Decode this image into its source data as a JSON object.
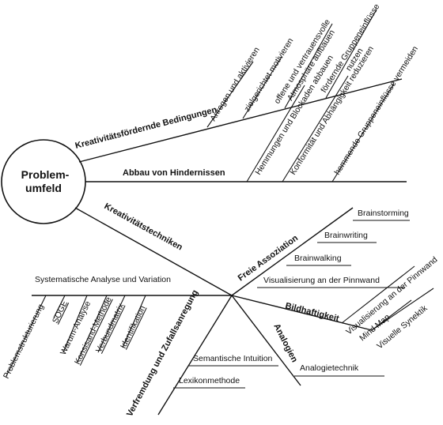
{
  "center": {
    "line1": "Problem-",
    "line2": "umfeld"
  },
  "branches": {
    "kreativ_bedingungen": {
      "label": "Kreativitätsfördernde Bedingungen",
      "items": [
        "Anregen und aktivieren",
        "zielgerichtet motivieren",
        "offene und vertrauensvolle Atmosphäre aufbauen",
        "fördernde Gruppeneinflüsse nutzen"
      ]
    },
    "hindernisse": {
      "label": "Abbau von Hindernissen",
      "items": [
        "Hemmungen und Blockaden abbauen",
        "Konformität und Abhängigkeit reduzieren",
        "hemmende Gruppeneinflüsse vermeiden"
      ]
    },
    "techniken": {
      "label": "Kreativitätstechniken"
    },
    "freie_assoziation": {
      "label": "Freie Assoziation",
      "items": [
        "Brainstorming",
        "Brainwriting",
        "Brainwalking",
        "Visualisierung an der Pinnwand"
      ]
    },
    "bildhaftigkeit": {
      "label": "Bildhaftigkeit",
      "items": [
        "Visualisierung an der Pinnwand",
        "Mind Map",
        "Visuelle Synektik"
      ]
    },
    "analogien": {
      "label": "Analogien",
      "items": [
        "Analogietechnik"
      ]
    },
    "verfremdung": {
      "label": "Verfremdung und Zufallsanregung",
      "items": [
        "Semantische Intuition",
        "Lexikonmethode"
      ]
    },
    "systematisch": {
      "label": "Systematische Analyse und Variation",
      "items": [
        "Problemstrukturierung",
        "SOGE",
        "Warum-Analyse",
        "Konsisand-Methode",
        "Verbundmatrix",
        "Identifikation"
      ]
    }
  }
}
